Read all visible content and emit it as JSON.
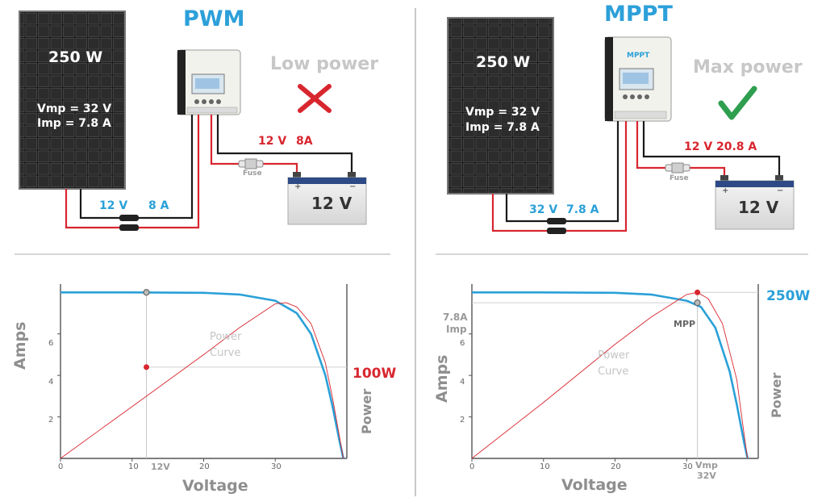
{
  "pwm": {
    "title": "PWM",
    "status": "Low power",
    "status_icon": "x-icon",
    "panel": {
      "watts": "250 W",
      "vmp": "Vmp = 32 V",
      "imp": "Imp  = 7.8 A"
    },
    "panel_wire_volts": "12 V",
    "panel_wire_amps": "8 A",
    "battery_wire_volts": "12 V",
    "battery_wire_amps": "8A",
    "fuse": "Fuse",
    "battery": {
      "label": "12 V",
      "plus": "+",
      "minus": "−"
    }
  },
  "mppt": {
    "title": "MPPT",
    "controller_label": "MPPT",
    "status": "Max power",
    "status_icon": "check-icon",
    "panel": {
      "watts": "250 W",
      "vmp": "Vmp = 32 V",
      "imp": "Imp  = 7.8 A"
    },
    "panel_wire_volts": "32 V",
    "panel_wire_amps": "7.8 A",
    "battery_wire_volts": "12 V",
    "battery_wire_amps": "20.8 A",
    "fuse": "Fuse",
    "battery": {
      "label": "12 V",
      "plus": "+",
      "minus": "−"
    }
  },
  "colors": {
    "accent_blue": "#2aa0d8",
    "red": "#d8262f",
    "gray": "#c7c7c7",
    "check_green": "#2e9e4f"
  },
  "chart_data": [
    {
      "type": "line",
      "xlabel": "Voltage",
      "ylabel": "Amps",
      "y2label": "Power",
      "x_ticks": [
        "0",
        "10",
        "20",
        "30"
      ],
      "y_ticks": [
        "2",
        "4",
        "6"
      ],
      "xlim": [
        0,
        40
      ],
      "ylim": [
        0,
        8.4
      ],
      "series": [
        {
          "x": [
            0,
            10,
            20,
            25,
            30,
            33,
            35,
            37,
            38,
            39,
            39.5
          ],
          "values": [
            8,
            8,
            7.98,
            7.9,
            7.6,
            7.0,
            6.0,
            4.0,
            2.5,
            0.8,
            0
          ]
        },
        {
          "x": [
            0,
            10,
            20,
            25,
            30,
            31.5,
            33,
            35,
            37,
            38,
            39,
            39.5
          ],
          "values": [
            0,
            2.5,
            5.0,
            6.3,
            7.45,
            7.5,
            7.3,
            6.5,
            4.6,
            2.9,
            1.0,
            0
          ]
        }
      ],
      "operating_point": {
        "x": 12,
        "current": 8,
        "power_marker": 4.4
      },
      "annotations": {
        "x_marker": "12V",
        "power_curve_line1": "Power",
        "power_curve_line2": "Curve",
        "power_value": "100W"
      }
    },
    {
      "type": "line",
      "xlabel": "Voltage",
      "ylabel": "Amps",
      "y2label": "Power",
      "x_ticks": [
        "0",
        "10",
        "20",
        "30"
      ],
      "y_ticks": [
        "2",
        "4",
        "6"
      ],
      "xlim": [
        0,
        40
      ],
      "ylim": [
        0,
        8.4
      ],
      "series": [
        {
          "x": [
            0,
            10,
            20,
            25,
            30,
            32,
            34,
            36,
            37,
            38,
            38.5
          ],
          "values": [
            8,
            8,
            7.98,
            7.9,
            7.6,
            7.3,
            6.3,
            4.2,
            2.6,
            0.8,
            0
          ]
        },
        {
          "x": [
            0,
            10,
            20,
            25,
            30,
            31.5,
            33,
            35,
            37,
            38,
            38.5
          ],
          "values": [
            0,
            2.7,
            5.5,
            6.8,
            7.9,
            8.0,
            7.7,
            6.5,
            3.8,
            1.2,
            0
          ]
        }
      ],
      "operating_point": {
        "x": 31.5,
        "current": 7.5,
        "power_marker": 8.0
      },
      "annotations": {
        "imp_value": "7.8A",
        "imp_label": "Imp",
        "mpp_label": "MPP",
        "vmp_label": "Vmp",
        "vmp_value": "32V",
        "power_curve_line1": "Power",
        "power_curve_line2": "Curve",
        "power_value": "250W"
      }
    }
  ]
}
